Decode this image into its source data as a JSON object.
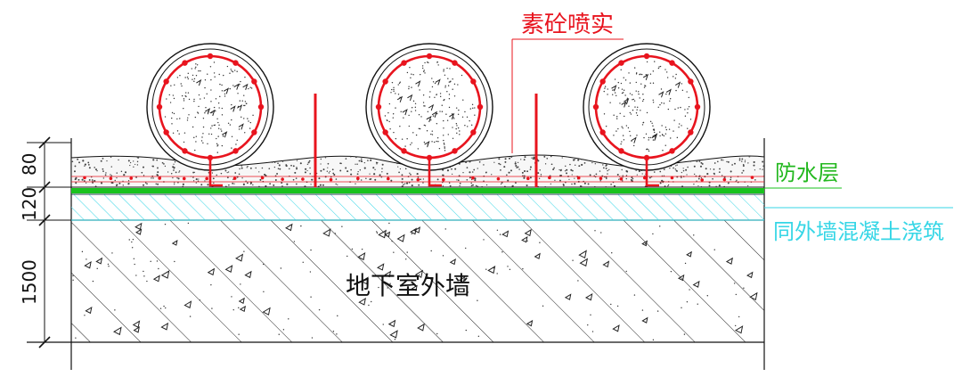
{
  "labels": {
    "shotcrete": "素砼喷实",
    "waterproof": "防水层",
    "same_concrete": "同外墙混凝土浇筑",
    "basement_wall": "地下室外墙"
  },
  "dimensions": {
    "d1": "80",
    "d2": "120",
    "d3": "1500"
  },
  "colors": {
    "rebar": "#e8141e",
    "waterproof": "#19c21e",
    "waterproof_text": "#23b81f",
    "cyan": "#36d6e6",
    "line": "#111111"
  },
  "pipes": [
    {
      "name": "pipe-left"
    },
    {
      "name": "pipe-middle"
    },
    {
      "name": "pipe-right"
    }
  ]
}
